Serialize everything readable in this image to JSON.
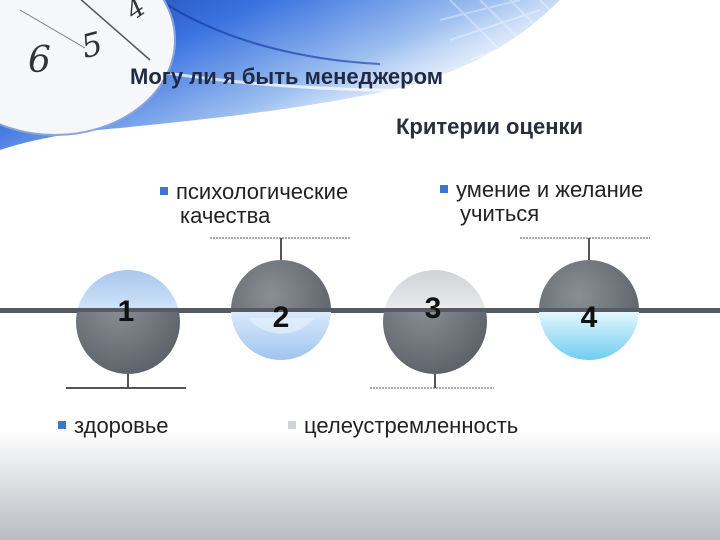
{
  "slide": {
    "title": "Могу ли я быть менеджером",
    "subtitle": "Критерии оценки"
  },
  "clock_numerals": [
    "6",
    "5",
    "4"
  ],
  "criteria": [
    {
      "number": "1",
      "label": "здоровье",
      "bullet_color": "#3b78c8"
    },
    {
      "number": "2",
      "label_line1": "психологические",
      "label_line2": "качества",
      "bullet_color": "#3b78c8"
    },
    {
      "number": "3",
      "label": "целеустремленность",
      "bullet_color": "#cfd4dc"
    },
    {
      "number": "4",
      "label_line1": "умение и желание",
      "label_line2": "учиться",
      "bullet_color": "#3b78c8"
    }
  ],
  "colors": {
    "accent_blue": "#1e5fcf",
    "timeline": "#555a63",
    "circle_dark": "#6b6f76",
    "circle_light": "#cfe2f8"
  }
}
